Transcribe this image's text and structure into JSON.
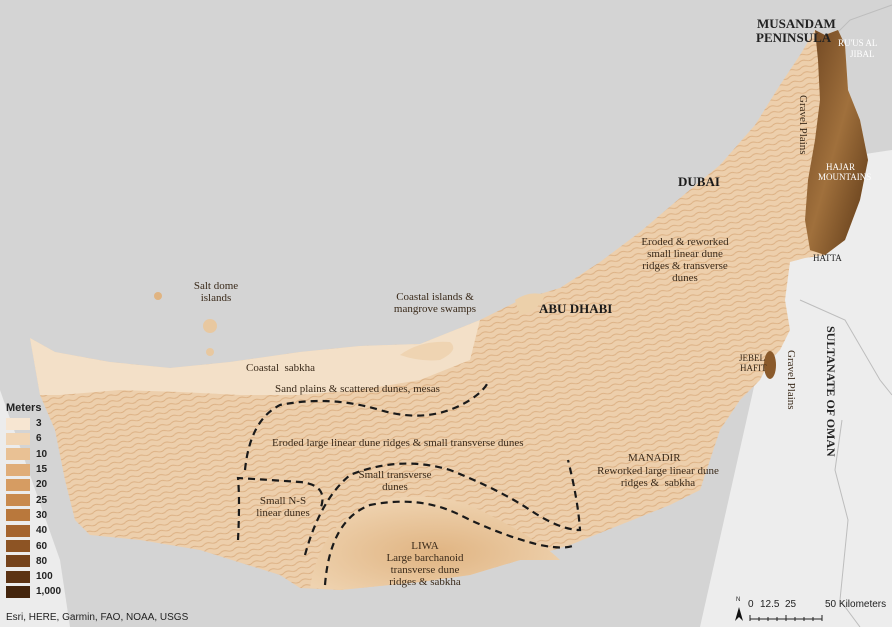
{
  "map": {
    "legend": {
      "title": "Meters",
      "items": [
        {
          "label": "3",
          "color": "#f7e6d2"
        },
        {
          "label": "6",
          "color": "#f1d5b4"
        },
        {
          "label": "10",
          "color": "#e9c194"
        },
        {
          "label": "15",
          "color": "#e0ad78"
        },
        {
          "label": "20",
          "color": "#d69c62"
        },
        {
          "label": "25",
          "color": "#c98a4d"
        },
        {
          "label": "30",
          "color": "#b9783c"
        },
        {
          "label": "40",
          "color": "#a5652f"
        },
        {
          "label": "60",
          "color": "#8d5424"
        },
        {
          "label": "80",
          "color": "#75431b"
        },
        {
          "label": "100",
          "color": "#5c3313"
        },
        {
          "label": "1,000",
          "color": "#43240c"
        }
      ]
    },
    "labels": {
      "musandam": "MUSANDAM",
      "peninsula": "PENINSULA",
      "ruus_al_jibal": "RU'US AL",
      "jibal": "JIBAL",
      "gravel_plains_north": "Gravel Plains",
      "hajar_mountains_1": "HAJAR",
      "hajar_mountains_2": "MOUNTAINS",
      "hatta": "HATTA",
      "dubai": "DUBAI",
      "eroded_reworked_1": "Eroded & reworked",
      "eroded_reworked_2": "small linear dune",
      "eroded_reworked_3": "ridges & transverse",
      "eroded_reworked_4": "dunes",
      "salt_dome_1": "Salt dome",
      "salt_dome_2": "islands",
      "coastal_islands_1": "Coastal islands &",
      "coastal_islands_2": "mangrove swamps",
      "abu_dhabi": "ABU DHABI",
      "sultanate": "SULTANATE OF OMAN",
      "jebel_hafit_1": "JEBEL",
      "jebel_hafit_2": "HAFIT",
      "gravel_plains_south": "Gravel Plains",
      "coastal_sabkha": "Coastal  sabkha",
      "sand_plains": "Sand plains & scattered dunes, mesas",
      "eroded_large": "Eroded large linear dune ridges & small transverse dunes",
      "manadir": "MANADIR",
      "reworked_large_1": "Reworked large linear dune",
      "reworked_large_2": "ridges &  sabkha",
      "small_transverse_1": "Small transverse",
      "small_transverse_2": "dunes",
      "small_ns_1": "Small N-S",
      "small_ns_2": "linear dunes",
      "liwa": "LIWA",
      "barchanoid_1": "Large barchanoid",
      "barchanoid_2": "transverse dune",
      "barchanoid_3": "ridges & sabkha"
    },
    "attribution": "Esri, HERE, Garmin, FAO, NOAA, USGS",
    "scale": {
      "north": "N",
      "t0": "0",
      "t1": "12.5",
      "t2": "25",
      "t3": "50 Kilometers"
    },
    "colors": {
      "sea": "#d4d4d4",
      "land_other": "#ececec",
      "dune_light": "#f2dcc0",
      "dune_mid": "#e4bf93",
      "mountain": "#8a5a2b"
    }
  }
}
